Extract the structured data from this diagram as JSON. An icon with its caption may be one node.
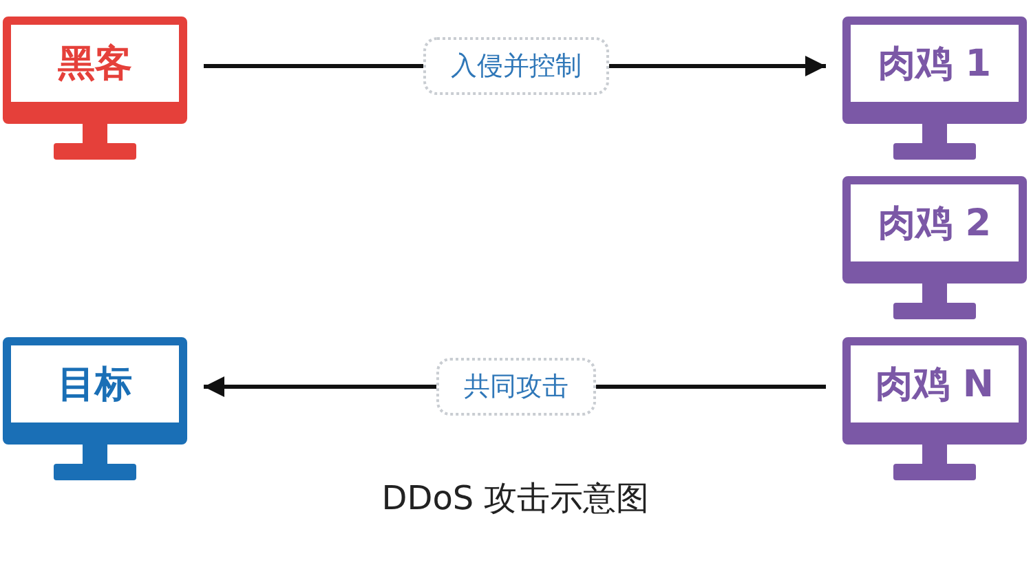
{
  "diagram": {
    "caption": "DDoS 攻击示意图",
    "nodes": [
      {
        "text": [
          "黑客"
        ]
      },
      {
        "text": [
          "肉鸡 1"
        ]
      },
      {
        "text": [
          "肉鸡 2"
        ]
      },
      {
        "text": [
          "肉鸡 N"
        ]
      },
      {
        "text": [
          "目标"
        ]
      }
    ],
    "edges": [
      {
        "from": 0,
        "to": 1,
        "arrow": "to",
        "label": "入侵并控制"
      },
      {
        "from": 3,
        "to": 4,
        "arrow": "to",
        "label": "共同攻击"
      }
    ]
  }
}
